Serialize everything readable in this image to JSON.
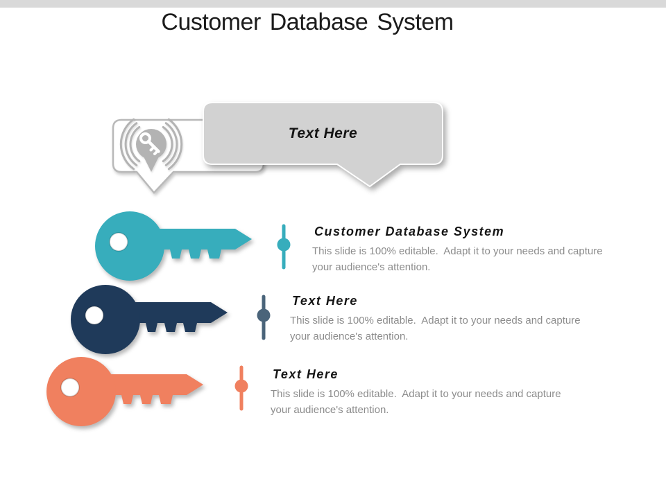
{
  "slide": {
    "title": "Customer Database System",
    "top_bar_color": "#d9d9d9",
    "callout": {
      "label": "Text Here",
      "icon": "key-signal-pin-icon",
      "bubble_fill": "#d2d2d2",
      "outline_color": "#b9b9b9",
      "icon_color": "#b3b3b3"
    },
    "items": [
      {
        "heading": "Customer Database System",
        "body": "This slide is 100% editable.  Adapt it to your needs and capture your audience's attention.",
        "key_color": "#37adbc",
        "marker_color": "#37adbc"
      },
      {
        "heading": "Text Here",
        "body": "This slide is 100% editable.  Adapt it to your needs and capture your audience's attention.",
        "key_color": "#1f3a5a",
        "marker_color": "#4a647a"
      },
      {
        "heading": "Text Here",
        "body": "This slide is 100% editable.  Adapt it to your needs and capture your audience's attention.",
        "key_color": "#f0805f",
        "marker_color": "#f0805f"
      }
    ]
  }
}
